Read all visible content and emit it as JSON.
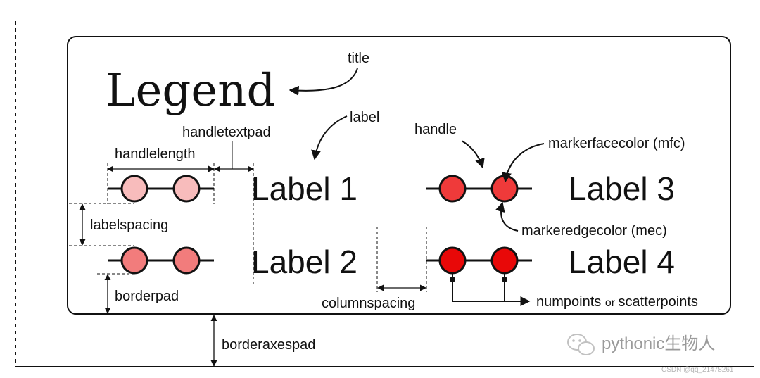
{
  "legend_title": "Legend",
  "labels": [
    "Label 1",
    "Label 2",
    "Label 3",
    "Label 4"
  ],
  "annotations": {
    "title": "title",
    "label": "label",
    "handle": "handle",
    "handletextpad": "handletextpad",
    "handlelength": "handlelength",
    "labelspacing": "labelspacing",
    "borderpad": "borderpad",
    "borderaxespad": "borderaxespad",
    "columnspacing": "columnspacing",
    "markerfacecolor": "markerfacecolor (mfc)",
    "markeredgecolor": "markeredgecolor (mec)",
    "numpoints": "numpoints",
    "or": "or",
    "scatterpoints": "scatterpoints"
  },
  "watermark": {
    "account": "pythonic生物人",
    "csdn": "CSDN @qq_21478261"
  },
  "colors": {
    "marker_label1": "#f8bcbc",
    "marker_label2": "#f27c7c",
    "marker_label3": "#ef3a3a",
    "marker_label4": "#e80808",
    "edge": "#000000"
  }
}
